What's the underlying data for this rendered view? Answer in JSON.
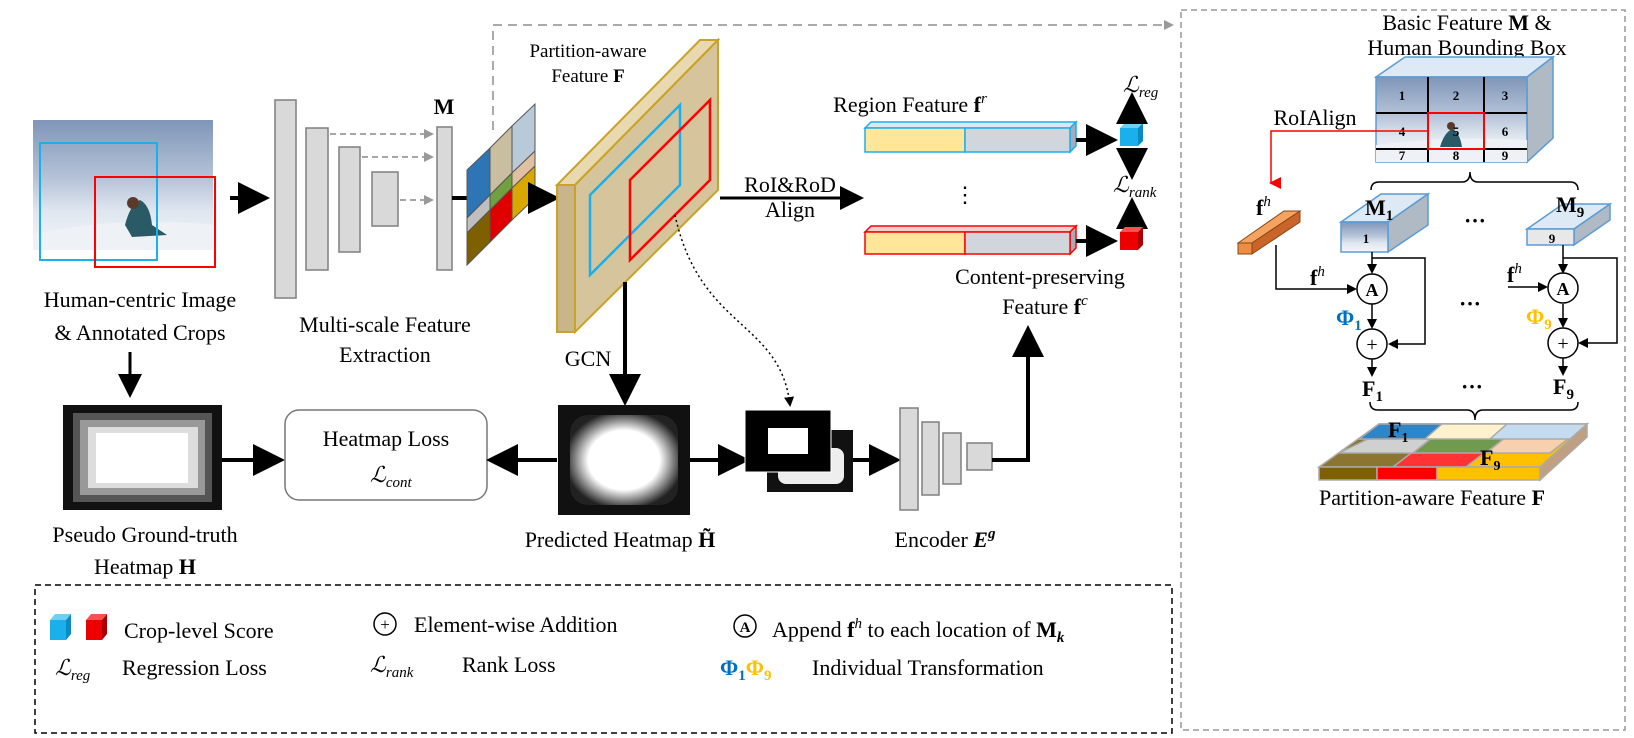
{
  "input": {
    "line1": "Human-centric Image",
    "line2": "& Annotated Crops"
  },
  "cnn": {
    "line1": "Multi-scale Feature",
    "line2": "Extraction",
    "m_label": "M"
  },
  "partition": {
    "line1": "Partition-aware",
    "line2_prefix": "Feature ",
    "line2_bold": "F"
  },
  "align": {
    "line1": "RoI&RoD",
    "line2": "Align"
  },
  "region": {
    "prefix": "Region Feature ",
    "f": "f",
    "sup": "r"
  },
  "content": {
    "line1": "Content-preserving",
    "line2_prefix": "Feature ",
    "f": "f",
    "sup": "c"
  },
  "losses": {
    "L": "ℒ",
    "reg": "reg",
    "rank": "rank",
    "cont": "cont"
  },
  "gcn": "GCN",
  "heatmap_loss": {
    "title": "Heatmap Loss"
  },
  "pseudo": {
    "line1": "Pseudo Ground-truth",
    "line2_prefix": "Heatmap ",
    "bold": "H"
  },
  "predicted": {
    "prefix": "Predicted Heatmap ",
    "bold": "H̃"
  },
  "encoder": {
    "prefix": "Encoder ",
    "E": "E",
    "sup": "g"
  },
  "vdots": "⋮",
  "legend": {
    "crop_score": "Crop-level Score",
    "plus": "+",
    "addition": "Element-wise Addition",
    "a": "A",
    "append_prefix": "Append ",
    "append_f": "f",
    "append_sup": "h",
    "append_mid": " to each location of ",
    "append_M": "M",
    "append_sub": "k",
    "regression": "Regression Loss",
    "rank": "Rank Loss",
    "phi": "Φ",
    "phi1_sub": "1",
    "phi9_sub": "9",
    "individual": "Individual Transformation"
  },
  "panel": {
    "title1_prefix": "Basic Feature ",
    "title1_bold": "M",
    "title1_suffix": " &",
    "title2": "Human Bounding Box",
    "cells": [
      "1",
      "2",
      "3",
      "4",
      "5",
      "6",
      "7",
      "8",
      "9"
    ],
    "roialign": "RoIAlign",
    "fh_f": "f",
    "fh_sup": "h",
    "M": "M",
    "sub1": "1",
    "sub9": "9",
    "F": "F",
    "dots": "···",
    "plus": "+",
    "a": "A",
    "phi": "Φ",
    "bottom_prefix": "Partition-aware Feature ",
    "bottom_bold": "F"
  },
  "colors": {
    "blue_crop": "#1ab0ec",
    "red_crop": "#ff0000",
    "phi1": "#0070c0",
    "phi9": "#ffc000",
    "feature_tan": "#d6c49c",
    "feature_edge": "#c9a227",
    "fh_orange": "#ed8d45"
  }
}
